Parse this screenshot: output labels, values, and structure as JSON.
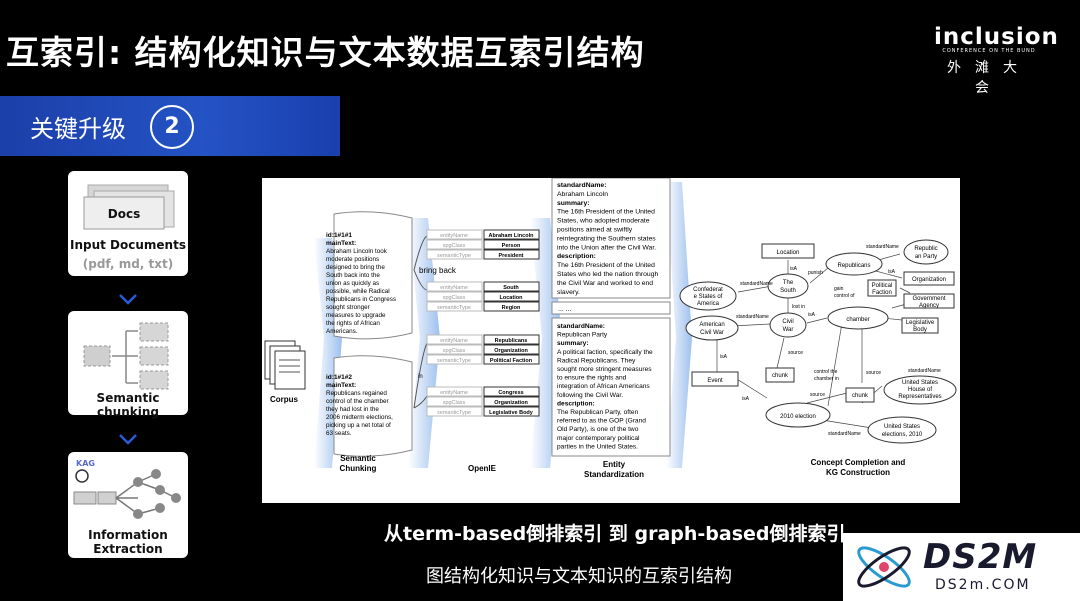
{
  "title": "互索引: 结构化知识与文本数据互索引结构",
  "logo": {
    "brand": "inclusion",
    "sub": "CONFERENCE ON THE BUND",
    "cn": "外滩大会"
  },
  "banner": {
    "text": "关键升级",
    "number": "2"
  },
  "cards": {
    "docs": {
      "icon_label": "Docs",
      "title": "Input Documents",
      "formats": "(pdf, md, txt)"
    },
    "chunking": {
      "title": "Semantic chunking"
    },
    "extraction": {
      "tag": "KAG",
      "title_line1": "Information",
      "title_line2": "Extraction"
    }
  },
  "figure": {
    "corpus": "Corpus",
    "chunk1": {
      "id": "id:1#1#1",
      "main": "mainText:",
      "lines": [
        "Abraham Lincoln took",
        "moderate positions",
        "designed to bring the",
        "South back into the",
        "union as quickly as",
        "possible, while Radical",
        "Republicans in Congress",
        "sought stronger",
        "measures to upgrade",
        "the rights of African",
        "Americans."
      ]
    },
    "chunk2": {
      "id": "id:1#1#2",
      "main": "mainText:",
      "lines": [
        "Republicans regained",
        "control of the chamber",
        "they had lost in the",
        "2006 midterm elections,",
        "picking up a net total of",
        "63 seats."
      ]
    },
    "stage_semantic": [
      "Semantic",
      "Chunking"
    ],
    "stage_openie": "OpenIE",
    "stage_entity": [
      "Entity",
      "Standardization"
    ],
    "stage_kg": [
      "Concept Completion and",
      "KG Construction"
    ],
    "bring_back": "bring back",
    "in_label": "in",
    "tables": [
      {
        "rows": [
          [
            "entityName",
            "Abraham Lincoln"
          ],
          [
            "spgClass",
            "Person"
          ],
          [
            "semanticType",
            "President"
          ]
        ]
      },
      {
        "rows": [
          [
            "entityName",
            "South"
          ],
          [
            "spgClass",
            "Location"
          ],
          [
            "semanticType",
            "Region"
          ]
        ]
      },
      {
        "rows": [
          [
            "entityName",
            "Republicans"
          ],
          [
            "spgClass",
            "Organization"
          ],
          [
            "semanticType",
            "Political Faction"
          ]
        ]
      },
      {
        "rows": [
          [
            "entityName",
            "Congress"
          ],
          [
            "spgClass",
            "Organization"
          ],
          [
            "semanticType",
            "Legislative Body"
          ]
        ]
      }
    ],
    "std1": {
      "lines": [
        "standardName:",
        "Abraham Lincoln",
        "summary:",
        "The 16th President of the United",
        "States, who adopted moderate",
        "positions aimed at swiftly",
        "reintegrating the Southern states",
        "into the Union after the Civil War.",
        "description:",
        "The 16th President of the United",
        "States who led the nation through",
        "the Civil War and worked to end",
        "slavery."
      ]
    },
    "ellipsis": "... ...",
    "std2": {
      "lines": [
        "standardName:",
        "Republican Party",
        "summary:",
        "A political faction, specifically the",
        "Radical Republicans. They",
        "sought more stringent measures",
        "to ensure the rights and",
        "integration of African Americans",
        "following the Civil War.",
        "description:",
        "The Republican Party, often",
        "referred to as the GOP (Grand",
        "Old Party), is one of the two",
        "major contemporary political",
        "parties in the United States."
      ]
    },
    "kg": {
      "location": "Location",
      "confederate": [
        "Confederat",
        "e States of",
        "America"
      ],
      "the_south": [
        "The",
        "South"
      ],
      "republicans": "Republicans",
      "republican_party": [
        "Republic",
        "an Party"
      ],
      "organization": "Organization",
      "political_faction": [
        "Political",
        "Faction"
      ],
      "government_agency": [
        "Government",
        "Agency"
      ],
      "american_civil_war": [
        "American",
        "Civil War"
      ],
      "civil_war": [
        "Civil",
        "War"
      ],
      "chamber": "chamber",
      "legislative_body": [
        "Legislative",
        "Body"
      ],
      "chunk": "chunk",
      "event": "Event",
      "us_house": [
        "United States",
        "House of",
        "Representatives"
      ],
      "election_2010": "2010 election",
      "us_elections": [
        "United States",
        "elections, 2010"
      ],
      "edges": {
        "isA": "isA",
        "standardName": "standardName",
        "punish": "punish",
        "lost_in": "lost in",
        "gain_control_of": [
          "gain",
          "control of"
        ],
        "source": "source",
        "control_chamber": [
          "control the",
          "chamber in"
        ]
      }
    }
  },
  "subtitle1": "从term-based倒排索引  到 graph-based倒排索引",
  "subtitle2": "图结构化知识与文本知识的互索引结构",
  "watermark": {
    "main": "DS2M",
    "sub": "DS2m.COM"
  }
}
